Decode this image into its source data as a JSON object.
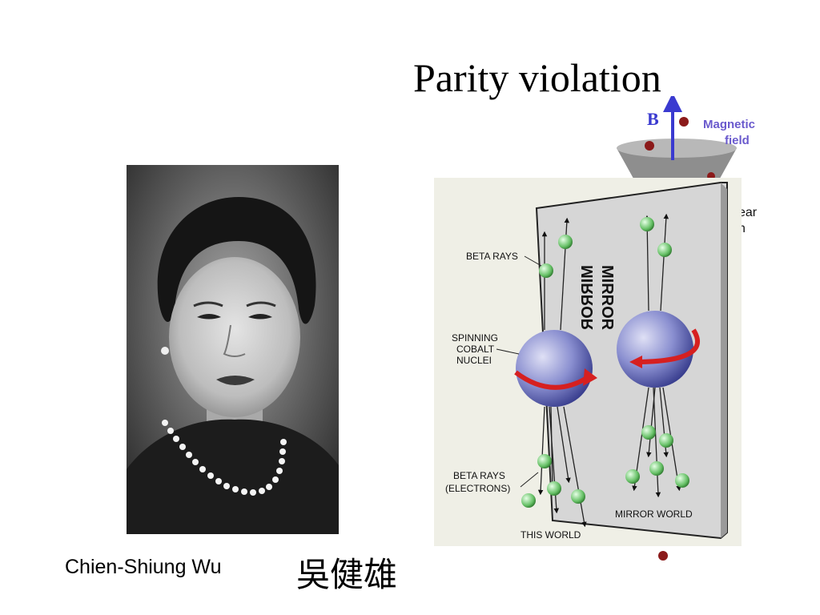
{
  "slide": {
    "title": "Parity violation",
    "caption_name": "Chien-Shiung Wu",
    "caption_chinese": "吳健雄"
  },
  "diagram": {
    "b_label": "B",
    "magnetic_field_line1": "Magnetic",
    "magnetic_field_line2": "field",
    "beta_rays_top": "BETA RAYS",
    "mirror_label": "MIRROR",
    "spinning_line1": "SPINNING",
    "spinning_line2": "COBALT",
    "spinning_line3": "NUCLEI",
    "beta_rays_bottom_line1": "BETA RAYS",
    "beta_rays_bottom_line2": "(ELECTRONS)",
    "this_world": "THIS WORLD",
    "mirror_world": "MIRROR WORLD",
    "partial_text_1": "ear",
    "partial_text_2": "n"
  }
}
